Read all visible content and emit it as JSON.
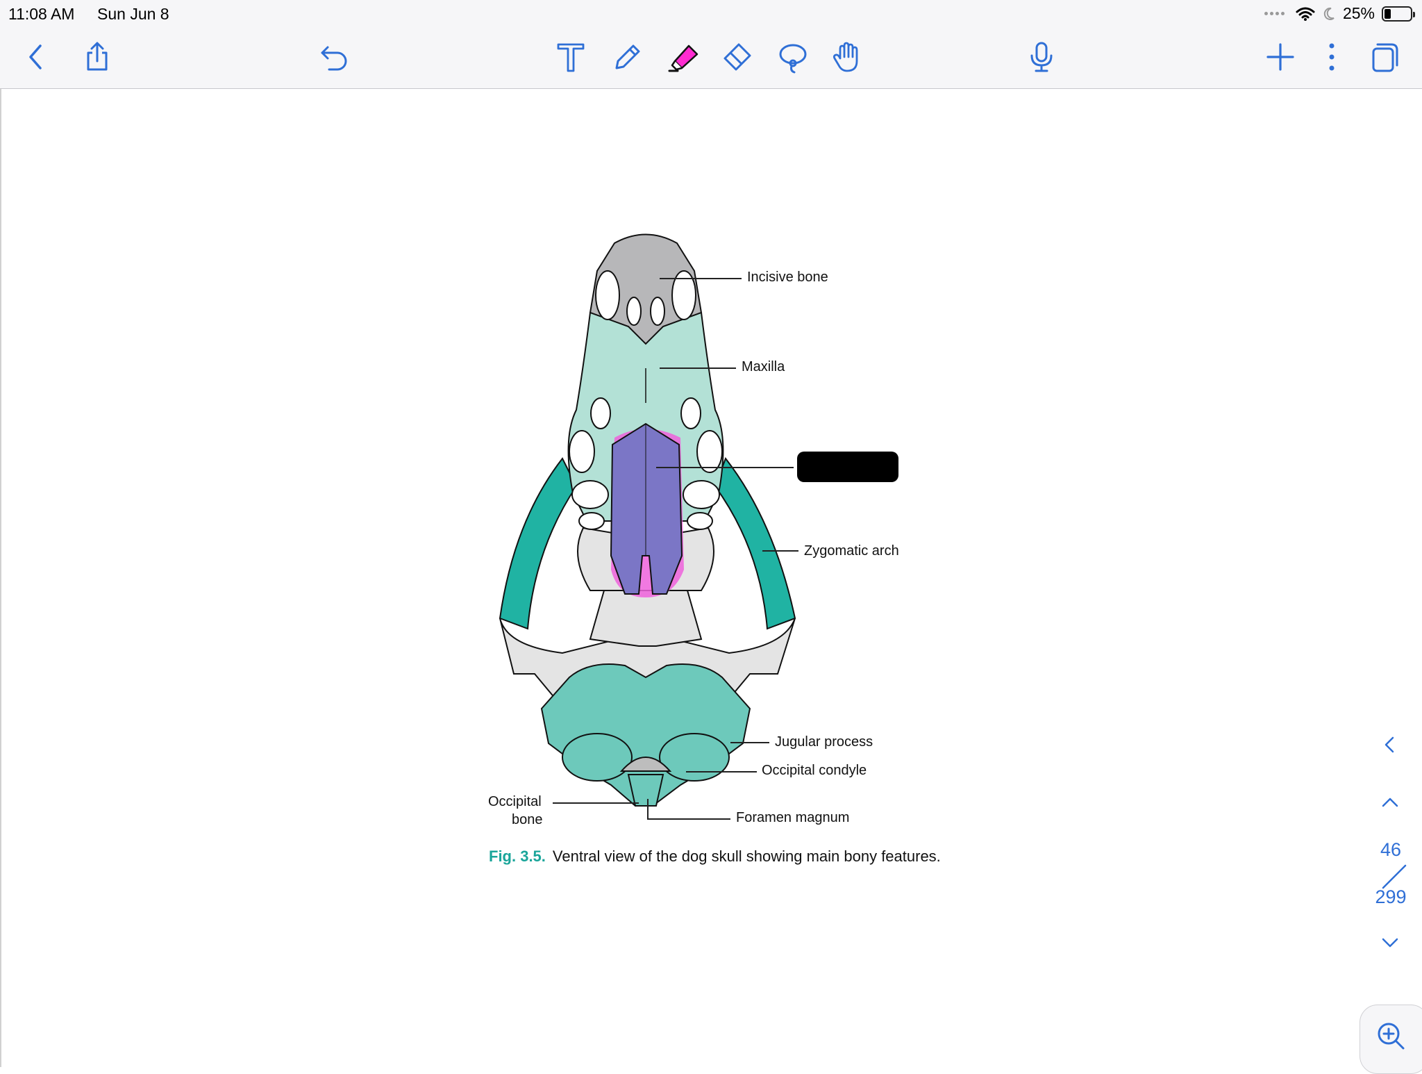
{
  "status_bar": {
    "time": "11:08 AM",
    "date": "Sun Jun 8",
    "battery_percent": "25%",
    "battery_level": 0.25
  },
  "toolbar": {
    "left": [
      "back-icon",
      "share-icon",
      "undo-icon"
    ],
    "tools": [
      "text-tool-icon",
      "pen-tool-icon",
      "highlighter-tool-icon",
      "eraser-tool-icon",
      "lasso-tool-icon",
      "hand-tool-icon"
    ],
    "right": [
      "microphone-icon",
      "add-icon",
      "more-icon",
      "pages-icon"
    ],
    "highlighter_color": "#ff2bd1"
  },
  "document": {
    "labels": {
      "incisive_bone": "Incisive bone",
      "maxilla": "Maxilla",
      "zygomatic_arch": "Zygomatic arch",
      "jugular_process": "Jugular process",
      "occipital_condyle": "Occipital condyle",
      "occipital_bone_line1": "Occipital",
      "occipital_bone_line2": "bone",
      "foramen_magnum": "Foramen magnum"
    },
    "caption_number": "Fig. 3.5.",
    "caption_text": "Ventral view of the dog skull showing main bony features.",
    "colors": {
      "maxilla": "#b3e1d6",
      "zygomatic": "#20b3a3",
      "occipital": "#6dc9bb",
      "incisive": "#b7b7b9",
      "palatine": "#7b76c6",
      "highlight": "#ef62dc",
      "other_bone": "#e4e4e4"
    }
  },
  "page_nav": {
    "current": "46",
    "total": "299"
  }
}
